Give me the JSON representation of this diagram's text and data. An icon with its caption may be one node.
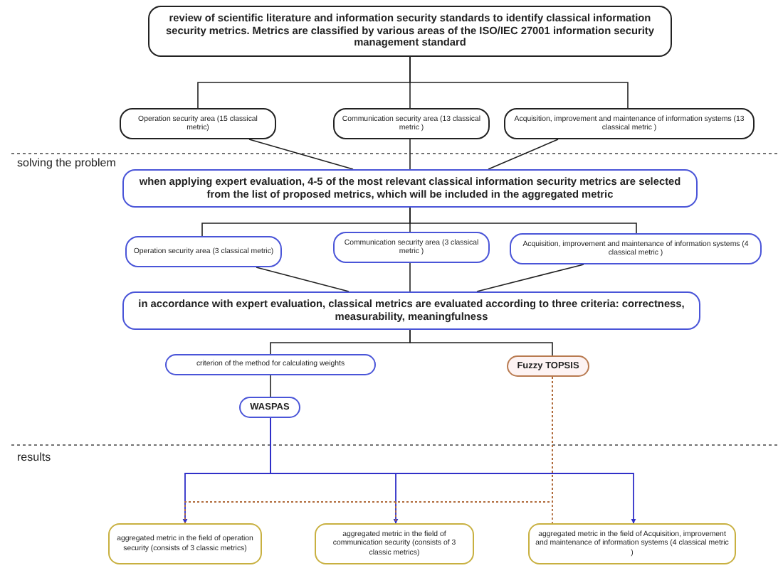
{
  "diagram": {
    "nodes": [
      {
        "text": [
          "review of scientific literature and information security standards to identify classical information security metrics. Metrics are classified by various areas of the ISO/IEC 27001 information security management standard"
        ]
      },
      {
        "text": [
          "Operation security area (15 classical metric)"
        ]
      },
      {
        "text": [
          "Communication security area (13 classical metric )"
        ]
      },
      {
        "text": [
          "Acquisition, improvement and maintenance of information systems (13 classical metric )"
        ]
      },
      {
        "text": [
          "when applying expert evaluation, 4-5 of the most relevant classical information security metrics are selected from the list of proposed metrics, which will be included in the aggregated metric"
        ]
      },
      {
        "text": [
          "Operation security area (3 classical metric)"
        ]
      },
      {
        "text": [
          "Communication security area (3 classical metric )"
        ]
      },
      {
        "text": [
          "Acquisition, improvement and maintenance of information systems (4 classical metric )"
        ]
      },
      {
        "text": [
          "in accordance with expert evaluation, classical metrics are evaluated according to three criteria: correctness, measurability, meaningfulness"
        ]
      },
      {
        "text": [
          "criterion of the method for calculating weights"
        ]
      },
      {
        "text": [
          "Fuzzy TOPSIS"
        ]
      },
      {
        "text": [
          "WASPAS"
        ]
      },
      {
        "text": [
          "aggregated metric in the field of operation security (consists of 3 classic metrics)"
        ]
      },
      {
        "text": [
          "aggregated metric in the field of communication security (consists of 3 classic metrics)"
        ]
      },
      {
        "text": [
          "aggregated metric in the field of Acquisition, improvement and maintenance of information systems (4 classical metric )"
        ]
      }
    ],
    "edges": [
      {
        "from": 0,
        "to": 1,
        "arrow": "none"
      },
      {
        "from": 0,
        "to": 2,
        "arrow": "none"
      },
      {
        "from": 0,
        "to": 3,
        "arrow": "none"
      },
      {
        "from": 1,
        "to": 4,
        "arrow": "none"
      },
      {
        "from": 2,
        "to": 4,
        "arrow": "none"
      },
      {
        "from": 3,
        "to": 4,
        "arrow": "none"
      },
      {
        "from": 4,
        "to": 5,
        "arrow": "none"
      },
      {
        "from": 4,
        "to": 6,
        "arrow": "none"
      },
      {
        "from": 4,
        "to": 7,
        "arrow": "none"
      },
      {
        "from": 5,
        "to": 8,
        "arrow": "none"
      },
      {
        "from": 6,
        "to": 8,
        "arrow": "none"
      },
      {
        "from": 7,
        "to": 8,
        "arrow": "none"
      },
      {
        "from": 8,
        "to": 9,
        "arrow": "none"
      },
      {
        "from": 8,
        "to": 10,
        "arrow": "none"
      },
      {
        "from": 9,
        "to": 11,
        "arrow": "none"
      },
      {
        "from": 11,
        "to": 12,
        "arrow": "to",
        "color": "#3030c8"
      },
      {
        "from": 11,
        "to": 13,
        "arrow": "to",
        "color": "#3030c8"
      },
      {
        "from": 11,
        "to": 14,
        "arrow": "to",
        "color": "#3030c8"
      },
      {
        "from": 10,
        "to": 12,
        "arrow": "none",
        "style": "dashed",
        "color": "#b06a3a"
      },
      {
        "from": 10,
        "to": 13,
        "arrow": "none",
        "style": "dashed",
        "color": "#b06a3a"
      },
      {
        "from": 10,
        "to": 14,
        "arrow": "none",
        "style": "dashed",
        "color": "#b06a3a"
      }
    ],
    "labels": [
      "solving the problem",
      "results"
    ]
  }
}
